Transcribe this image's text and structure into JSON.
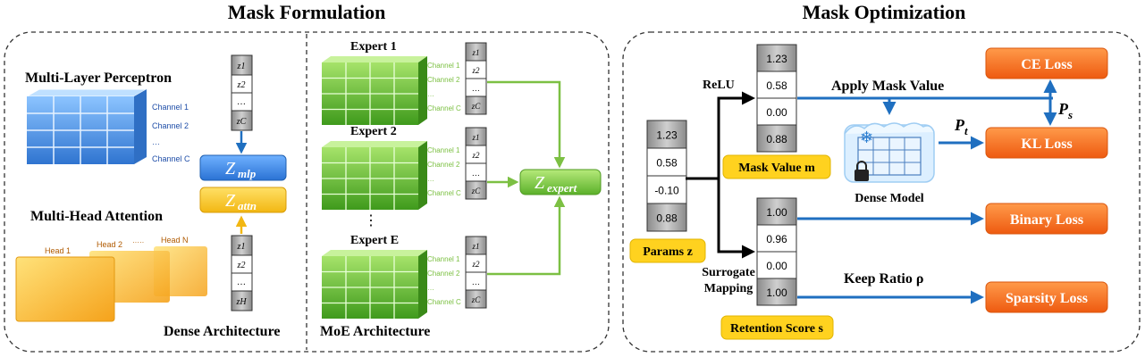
{
  "formulation": {
    "title": "Mask Formulation",
    "mlp_label": "Multi-Layer Perceptron",
    "mlp_channels": [
      "Channel 1",
      "Channel 2",
      "…",
      "Channel C"
    ],
    "mha_label": "Multi-Head Attention",
    "heads": [
      "Head 1",
      "Head 2",
      "·····",
      "Head N"
    ],
    "z_mlp": "mlp",
    "z_attn": "attn",
    "z_top": [
      "z1",
      "z2",
      "…",
      "zC"
    ],
    "z_bottom": [
      "z1",
      "z2",
      "…",
      "zH"
    ],
    "dense_arch_label": "Dense Architecture",
    "moe_arch_label": "MoE Architecture",
    "experts": [
      {
        "label": "Expert 1",
        "channels": [
          "Channel 1",
          "Channel 2",
          "…",
          "Channel C"
        ]
      },
      {
        "label": "Expert 2",
        "channels": [
          "Channel 1",
          "Channel 2",
          "…",
          "Channel C"
        ]
      },
      {
        "label": "Expert E",
        "channels": [
          "Channel 1",
          "Channel 2",
          "…",
          "Channel C"
        ]
      }
    ],
    "expert_ellipsis": "⋮",
    "z_expert": "expert"
  },
  "optimization": {
    "title": "Mask Optimization",
    "params_values": [
      "1.23",
      "0.58",
      "-0.10",
      "0.88"
    ],
    "params_label": "Params z",
    "relu_label": "ReLU",
    "mask_values": [
      "1.23",
      "0.58",
      "0.00",
      "0.88"
    ],
    "mask_label": "Mask Value m",
    "surrogate_label": [
      "Surrogate",
      "Mapping"
    ],
    "retention_values": [
      "1.00",
      "0.96",
      "0.00",
      "1.00"
    ],
    "retention_label": "Retention Score s",
    "apply_mask_label": "Apply Mask Value",
    "dense_model_label": "Dense Model",
    "p_t": "P",
    "p_t_sub": "t",
    "p_s": "P",
    "p_s_sub": "s",
    "keep_ratio_label": "Keep Ratio ρ",
    "losses": [
      "CE Loss",
      "KL Loss",
      "Binary Loss",
      "Sparsity Loss"
    ]
  },
  "colors": {
    "blue_block": "#4a8fe0",
    "green_block": "#6fc23a",
    "orange_loss": "#f26b1d",
    "yellow_label": "#ffd21f",
    "arrow_blue": "#1f6fc0",
    "arrow_green": "#7cc043",
    "z_mlp_blue": "#3a86e0",
    "z_attn_yellow": "#f7c52b"
  }
}
